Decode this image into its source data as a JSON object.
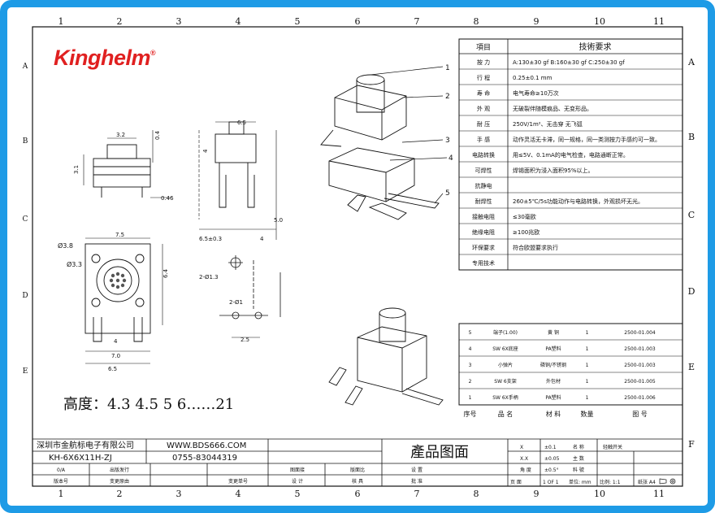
{
  "logo": {
    "text": "Kinghelm",
    "mark": "®",
    "color": "#e02020"
  },
  "frame_color": "#1e9be6",
  "grid": {
    "top_numbers": [
      "1",
      "2",
      "3",
      "4",
      "5",
      "6",
      "7",
      "8",
      "9",
      "10",
      "11"
    ],
    "bottom_numbers": [
      "1",
      "2",
      "3",
      "4",
      "5",
      "6",
      "7",
      "8",
      "9",
      "10",
      "11"
    ],
    "right_letters": [
      "A",
      "B",
      "C",
      "D",
      "E",
      "F"
    ],
    "left_letters": [
      "A",
      "B",
      "C",
      "D",
      "E"
    ]
  },
  "dimensions": {
    "front_width": "3.2",
    "front_height_1": "0.4",
    "front_height_2": "3.1",
    "front_pin": "0.46",
    "side_width": "6.5",
    "side_height": "4",
    "side_lower": "5.0",
    "side_span": "6.5±0.3",
    "side_pin": "4",
    "top_width": "7.5",
    "button_dia_1": "Ø3.8",
    "button_dia_2": "Ø3.3",
    "top_height": "6.4",
    "top_pitch": "4",
    "top_body": "7.0",
    "top_total": "6.5",
    "hole_1": "2-Ø1.3",
    "hole_2": "2-Ø1",
    "hole_spacing": "2.5"
  },
  "callouts": [
    "1",
    "2",
    "3",
    "4",
    "5"
  ],
  "heights_note": "高度：4.3 4.5 5 6……21",
  "spec_table": {
    "header": {
      "item": "項目",
      "req": "技術要求"
    },
    "rows": [
      {
        "item": "按 力",
        "req": "A:130±30 gf B:160±30 gf C:250±30 gf"
      },
      {
        "item": "行 程",
        "req": "0.25±0.1 mm"
      },
      {
        "item": "寿 命",
        "req": "电气寿命≥10万次"
      },
      {
        "item": "外 观",
        "req": "无破裂伴随模痕品、无变形品。"
      },
      {
        "item": "耐 压",
        "req": "250V/1m²、无击穿 无飞弧"
      },
      {
        "item": "手 感",
        "req": "动作灵活无卡滞，同一规格，同一类测按力手感约可一致。"
      },
      {
        "item": "电路转换",
        "req": "用≤5V、0.1mA的电气检查，电路通断正常。"
      },
      {
        "item": "可焊性",
        "req": "焊锡面积为浸入面积95%以上。"
      },
      {
        "item": "抗静电",
        "req": ""
      },
      {
        "item": "耐焊性",
        "req": "260±5℃/5s功能动作与电路转换，外观损坏无光。"
      },
      {
        "item": "接触电阻",
        "req": "≤30毫欧"
      },
      {
        "item": "绝缘电阻",
        "req": "≥100兆欧"
      },
      {
        "item": "环保要求",
        "req": "符合欧盟要求执行"
      },
      {
        "item": "专用技术",
        "req": ""
      }
    ]
  },
  "bom": {
    "rows": [
      {
        "no": "5",
        "name": "端子(1.00)",
        "material": "黄 铜",
        "qty": "1",
        "code": "2500-01.004"
      },
      {
        "no": "4",
        "name": "SW 6X底座",
        "material": "PA塑料",
        "qty": "1",
        "code": "2500-01.003"
      },
      {
        "no": "3",
        "name": "小弹片",
        "material": "磷铜/不锈钢",
        "qty": "1",
        "code": "2500-01.003"
      },
      {
        "no": "2",
        "name": "SW 6支架",
        "material": "外包材",
        "qty": "1",
        "code": "2500-01.005"
      },
      {
        "no": "1",
        "name": "SW 6X手柄",
        "material": "PA塑料",
        "qty": "1",
        "code": "2500-01.006"
      }
    ],
    "header": {
      "no": "序号",
      "name": "品 名",
      "material": "材 料",
      "qty": "数量",
      "code": "图 号"
    }
  },
  "title_block": {
    "company": "深圳市金航标电子有限公司",
    "website": "WWW.BDS666.COM",
    "part": "KH-6X6X11H-ZJ",
    "phone": "0755-83044319",
    "drawing_title": "產品图面",
    "row1": [
      "0/A",
      "出版发行",
      "",
      "图面接",
      "版面比",
      "设 置"
    ],
    "row2": [
      "版本号",
      "变更原由",
      "变更单号",
      "设 计",
      "核 具",
      "批 准"
    ],
    "tolerances": [
      {
        "k": "X",
        "v": "±0.1",
        "k2": "名 称",
        "v2": "轻触开关"
      },
      {
        "k": "X.X",
        "v": "±0.05",
        "k2": "主 数",
        "v2": ""
      },
      {
        "k": "角 度",
        "v": "±0.5°",
        "k2": "料 號",
        "v2": ""
      }
    ],
    "footer": {
      "page_label": "页 面",
      "page": "1 OF 1",
      "unit_label": "单位: mm",
      "scale_label": "比例: 1:1",
      "size": "纸张 A4"
    }
  }
}
